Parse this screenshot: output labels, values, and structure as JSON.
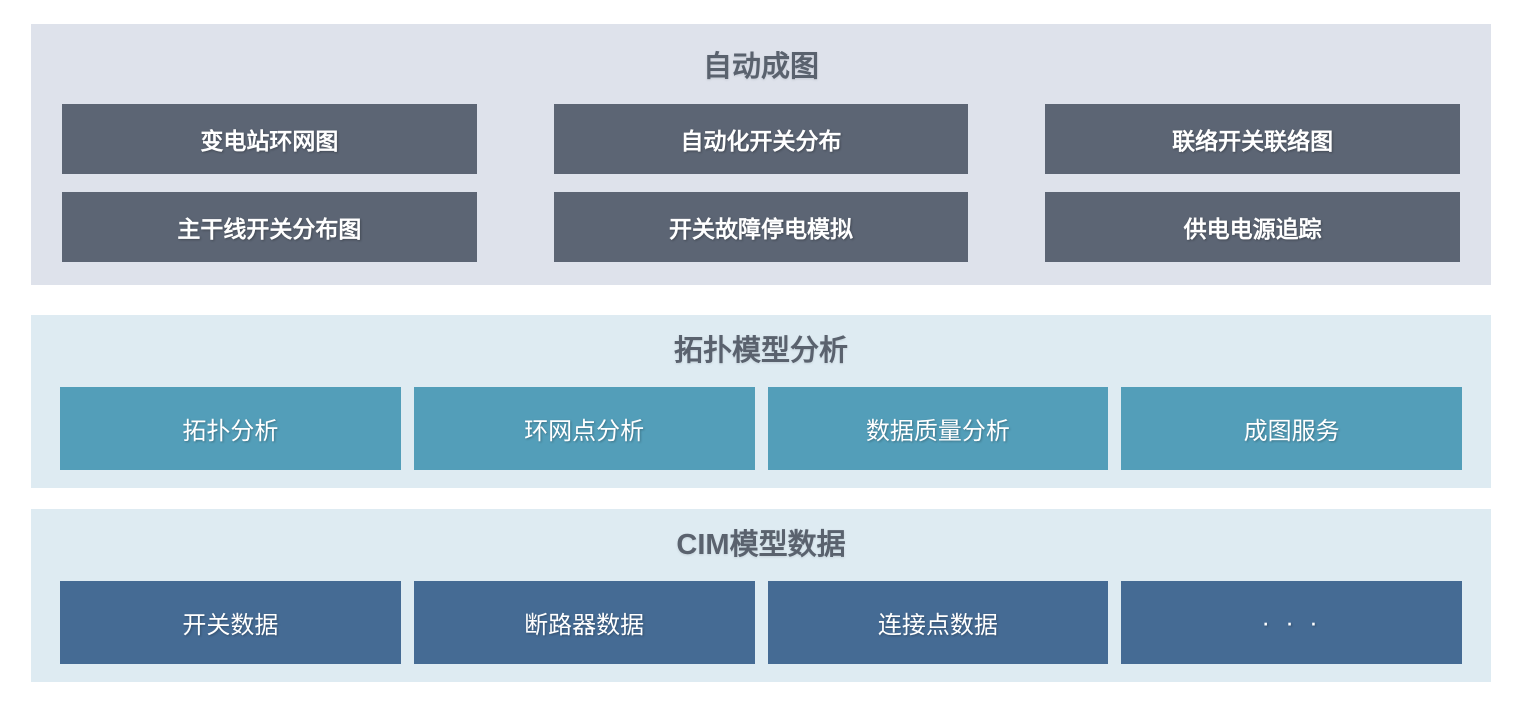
{
  "diagram": {
    "colors": {
      "page_bg": "#ffffff",
      "title_text": "#5a626e",
      "box_text": "#ffffff",
      "section_auto_bg": "#dee2eb",
      "section_auto_box": "#5c6574",
      "section_light_bg": "#deebf2",
      "section_topology_box": "#539eb9",
      "section_cim_box": "#456b94"
    },
    "sections": [
      {
        "title": "自动成图",
        "items": [
          "变电站环网图",
          "自动化开关分布",
          "联络开关联络图",
          "主干线开关分布图",
          "开关故障停电模拟",
          "供电电源追踪"
        ]
      },
      {
        "title": "拓扑模型分析",
        "items": [
          "拓扑分析",
          "环网点分析",
          "数据质量分析",
          "成图服务"
        ]
      },
      {
        "title": "CIM模型数据",
        "items": [
          "开关数据",
          "断路器数据",
          "连接点数据",
          "· · ·"
        ]
      }
    ]
  }
}
